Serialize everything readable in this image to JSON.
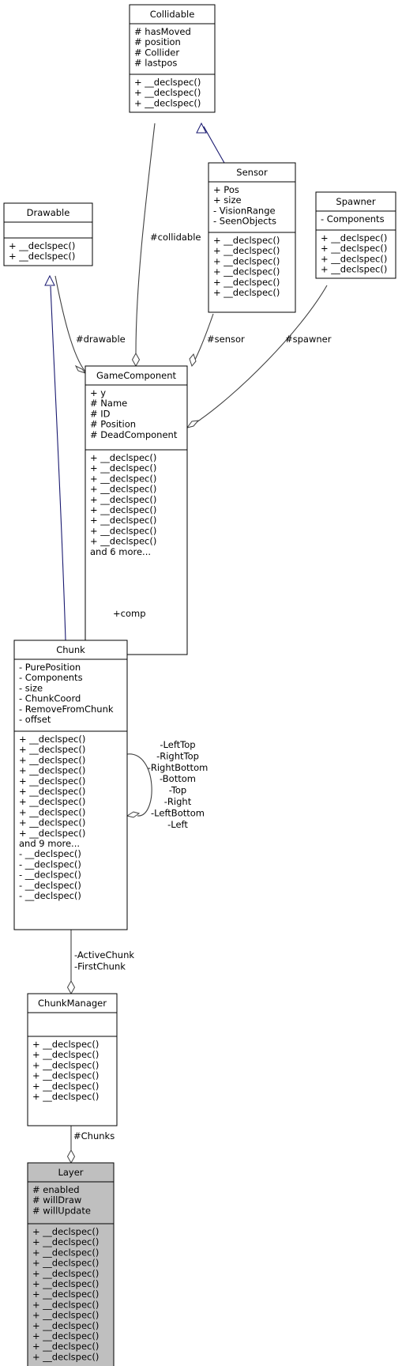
{
  "classes": {
    "collidable": {
      "name": "Collidable",
      "attributes": [
        "# hasMoved",
        "# position",
        "# Collider",
        "# lastpos"
      ],
      "methods": [
        "+ __declspec()",
        "+ __declspec()",
        "+ __declspec()"
      ]
    },
    "sensor": {
      "name": "Sensor",
      "attributes": [
        "+ Pos",
        "+ size",
        "- VisionRange",
        "- SeenObjects"
      ],
      "methods": [
        "+ __declspec()",
        "+ __declspec()",
        "+ __declspec()",
        "+ __declspec()",
        "+ __declspec()",
        "+ __declspec()"
      ]
    },
    "spawner": {
      "name": "Spawner",
      "attributes": [
        "- Components"
      ],
      "methods": [
        "+ __declspec()",
        "+ __declspec()",
        "+ __declspec()",
        "+ __declspec()"
      ]
    },
    "drawable": {
      "name": "Drawable",
      "attributes": [],
      "methods": [
        "+ __declspec()",
        "+ __declspec()"
      ]
    },
    "gamecomponent": {
      "name": "GameComponent",
      "attributes": [
        "+ y",
        "# Name",
        "# ID",
        "# Position",
        "# DeadComponent"
      ],
      "methods": [
        "+ __declspec()",
        "+ __declspec()",
        "+ __declspec()",
        "+ __declspec()",
        "+ __declspec()",
        "+ __declspec()",
        "+ __declspec()",
        "+ __declspec()",
        "+ __declspec()",
        "and 6 more..."
      ]
    },
    "chunk": {
      "name": "Chunk",
      "attributes": [
        "- PurePosition",
        "- Components",
        "- size",
        "- ChunkCoord",
        "- RemoveFromChunk",
        "- offset"
      ],
      "methods": [
        "+ __declspec()",
        "+ __declspec()",
        "+ __declspec()",
        "+ __declspec()",
        "+ __declspec()",
        "+ __declspec()",
        "+ __declspec()",
        "+ __declspec()",
        "+ __declspec()",
        "+ __declspec()",
        "and 9 more...",
        "- __declspec()",
        "- __declspec()",
        "- __declspec()",
        "- __declspec()",
        "- __declspec()"
      ]
    },
    "chunkmanager": {
      "name": "ChunkManager",
      "attributes": [],
      "methods": [
        "+ __declspec()",
        "+ __declspec()",
        "+ __declspec()",
        "+ __declspec()",
        "+ __declspec()",
        "+ __declspec()"
      ]
    },
    "layer": {
      "name": "Layer",
      "attributes": [
        "# enabled",
        "# willDraw",
        "# willUpdate"
      ],
      "methods": [
        "+ __declspec()",
        "+ __declspec()",
        "+ __declspec()",
        "+ __declspec()",
        "+ __declspec()",
        "+ __declspec()",
        "+ __declspec()",
        "+ __declspec()",
        "+ __declspec()",
        "+ __declspec()",
        "+ __declspec()",
        "+ __declspec()",
        "+ __declspec()"
      ]
    }
  },
  "edge_labels": {
    "collidable": [
      "#collidable"
    ],
    "drawable": [
      "#drawable"
    ],
    "sensor": [
      "#sensor"
    ],
    "spawner": [
      "#spawner"
    ],
    "comp": [
      "+comp"
    ],
    "self": [
      "-LeftTop",
      "-RightTop",
      "-RightBottom",
      "-Bottom",
      "-Top",
      "-Right",
      "-LeftBottom",
      "-Left"
    ],
    "active": [
      "-ActiveChunk",
      "-FirstChunk"
    ],
    "chunks": [
      "#Chunks"
    ]
  },
  "colors": {
    "inheritance": "#191970",
    "association": "#404040",
    "highlight_fill": "#bfbfbf",
    "box_fill": "#ffffff",
    "border": "#000000"
  }
}
